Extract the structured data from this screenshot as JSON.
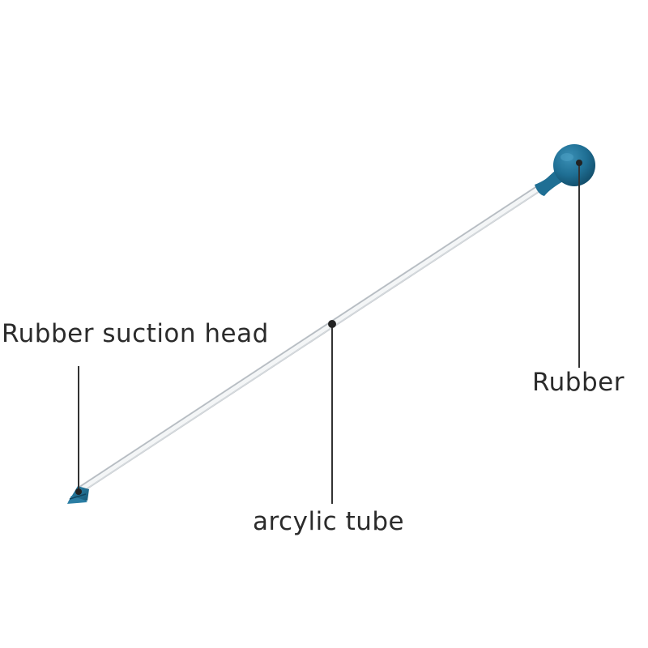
{
  "labels": {
    "suction_head": "Rubber suction head",
    "rubber": "Rubber",
    "tube": "arcylic tube"
  },
  "colors": {
    "rubber_blue": "#1f6f94",
    "tube": "#c9ced3",
    "leader": "#333333"
  },
  "parts": {
    "bulb": "rubber-bulb",
    "tube": "acrylic-tube",
    "tip": "rubber-suction-tip"
  }
}
